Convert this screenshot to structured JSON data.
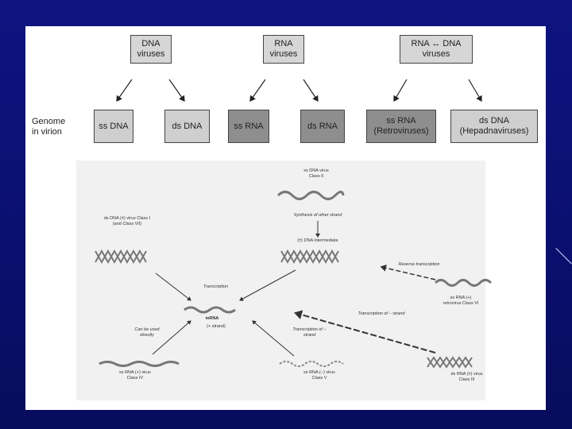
{
  "top_boxes": [
    {
      "line1": "DNA",
      "line2": "viruses"
    },
    {
      "line1": "RNA",
      "line2": "viruses"
    },
    {
      "line1": "RNA ↔ DNA",
      "line2": "viruses"
    }
  ],
  "genome_label": {
    "line1": "Genome",
    "line2": "in virion"
  },
  "genome_boxes": [
    {
      "line1": "ss DNA",
      "line2": ""
    },
    {
      "line1": "ds DNA",
      "line2": ""
    },
    {
      "line1": "ss RNA",
      "line2": ""
    },
    {
      "line1": "ds RNA",
      "line2": ""
    },
    {
      "line1": "ss RNA",
      "line2": "(Retroviruses)"
    },
    {
      "line1": "ds DNA",
      "line2": "(Hepadnaviruses)"
    }
  ],
  "baltimore": {
    "class2": "ss DNA virus Class II",
    "synthesis": "Synthesis of other strand",
    "ds_intermediate": "(±) DNA intermediate",
    "class1": "ds DNA (±) virus Class I (and Class VII)",
    "reverse": "Reverse transcription",
    "transcription": "Transcription",
    "mrna": "mRNA",
    "mrna_sub": "(+ strand)",
    "class6": "ss RNA (+) retrovirus Class VI",
    "transcription_minus": "Transcription of − strand",
    "can_be_used": "Can be used directly",
    "transcription_v": "Transcription of − strand",
    "class4": "ss RNA (+) virus Class IV",
    "class5": "ss RNA (−) virus Class V",
    "class3": "ds RNA (±) virus Class III"
  }
}
